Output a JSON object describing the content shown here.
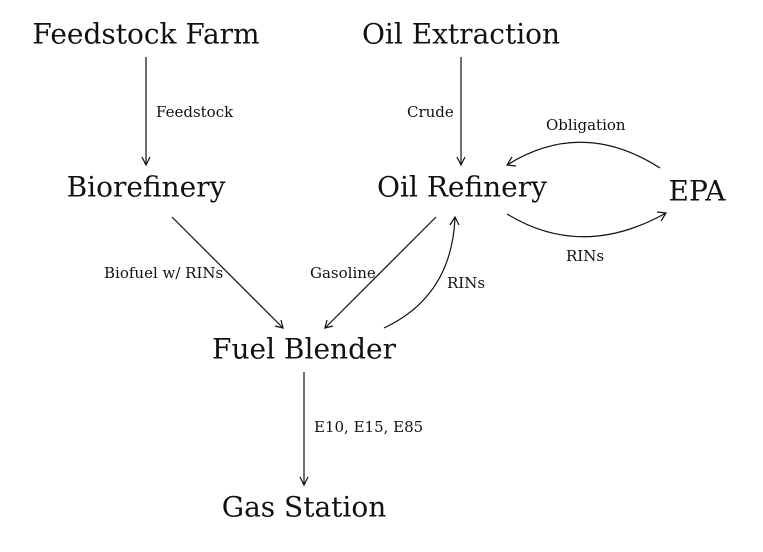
{
  "nodes": {
    "feedstock_farm": "Feedstock Farm",
    "oil_extraction": "Oil Extraction",
    "biorefinery": "Biorefinery",
    "oil_refinery": "Oil Refinery",
    "epa": "EPA",
    "fuel_blender": "Fuel Blender",
    "gas_station": "Gas Station"
  },
  "edges": {
    "farm_to_biorefinery": "Feedstock",
    "extraction_to_refinery": "Crude",
    "epa_to_refinery": "Obligation",
    "refinery_to_epa": "RINs",
    "biorefinery_to_blender": "Biofuel w/ RINs",
    "refinery_to_blender": "Gasoline",
    "blender_to_refinery": "RINs",
    "blender_to_station": "E10, E15, E85"
  }
}
